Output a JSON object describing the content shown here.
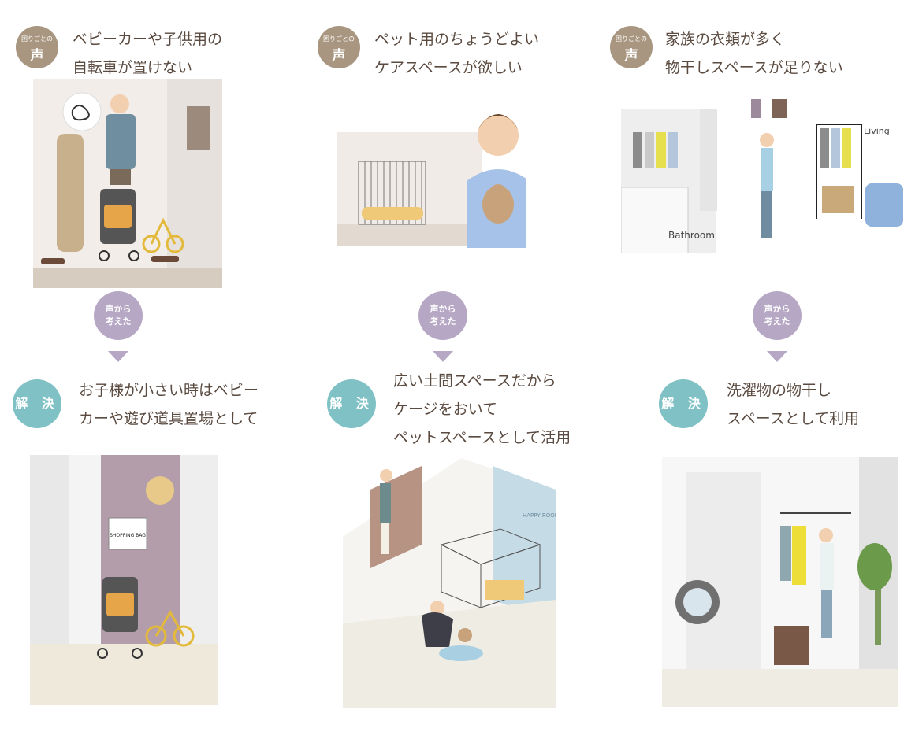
{
  "columns": [
    {
      "voice_badge": {
        "small": "困りごとの",
        "big": "声"
      },
      "voice_text": [
        "ベビーカーや子供用の",
        "自転車が置けない"
      ],
      "arrow_badge": [
        "声から",
        "考えた"
      ],
      "solution_badge": "解 決",
      "solution_text": [
        "お子様が小さい時はベビー",
        "カーや遊び道具置場として"
      ],
      "after_label": "SHOPPING BAG"
    },
    {
      "voice_badge": {
        "small": "困りごとの",
        "big": "声"
      },
      "voice_text": [
        "ペット用のちょうどよい",
        "ケアスペースが欲しい"
      ],
      "arrow_badge": [
        "声から",
        "考えた"
      ],
      "solution_badge": "解 決",
      "solution_text": [
        "広い土間スペースだから",
        "ケージをおいて",
        "ペットスペースとして活用"
      ],
      "after_label": "HAPPY ROOM"
    },
    {
      "voice_badge": {
        "small": "困りごとの",
        "big": "声"
      },
      "voice_text": [
        "家族の衣類が多く",
        "物干しスペースが足りない"
      ],
      "arrow_badge": [
        "声から",
        "考えた"
      ],
      "solution_badge": "解 決",
      "solution_text": [
        "洗濯物の物干し",
        "スペースとして利用"
      ],
      "before_labels": [
        "Bathroom",
        "Living"
      ]
    }
  ],
  "colors": {
    "voice_badge": "#a89680",
    "arrow_badge": "#b6a7c4",
    "solution_badge": "#7fc1c5",
    "text": "#5a4a40"
  }
}
